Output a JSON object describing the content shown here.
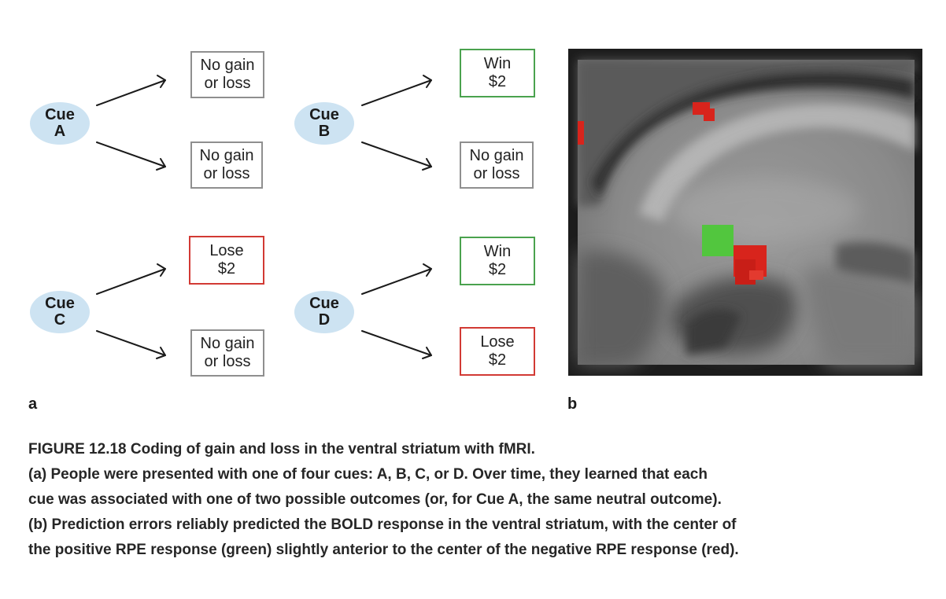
{
  "panel_a": {
    "label": "a",
    "cues": [
      {
        "id": "A",
        "line1": "Cue",
        "line2": "A"
      },
      {
        "id": "B",
        "line1": "Cue",
        "line2": "B"
      },
      {
        "id": "C",
        "line1": "Cue",
        "line2": "C"
      },
      {
        "id": "D",
        "line1": "Cue",
        "line2": "D"
      }
    ],
    "outcomes": [
      {
        "cue": "A",
        "line1": "No gain",
        "line2": "or loss",
        "kind": "neutral"
      },
      {
        "cue": "A",
        "line1": "No gain",
        "line2": "or loss",
        "kind": "neutral"
      },
      {
        "cue": "B",
        "line1": "Win",
        "line2": "$2",
        "kind": "win"
      },
      {
        "cue": "B",
        "line1": "No gain",
        "line2": "or loss",
        "kind": "neutral"
      },
      {
        "cue": "C",
        "line1": "Lose",
        "line2": "$2",
        "kind": "lose"
      },
      {
        "cue": "C",
        "line1": "No gain",
        "line2": "or loss",
        "kind": "neutral"
      },
      {
        "cue": "D",
        "line1": "Win",
        "line2": "$2",
        "kind": "win"
      },
      {
        "cue": "D",
        "line1": "Lose",
        "line2": "$2",
        "kind": "lose"
      }
    ],
    "colors": {
      "cue_fill": "#cde3f2",
      "win_border": "#4aa24e",
      "lose_border": "#d23a34",
      "neutral_border": "#8f8f8f"
    }
  },
  "panel_b": {
    "label": "b",
    "colors": {
      "positive_rpe": "#4fcc3f",
      "negative_rpe": "#e0211b",
      "frame": "#1c1c1c"
    }
  },
  "caption": {
    "title_line": "FIGURE 12.18 Coding of gain and loss in the ventral striatum with fMRI.",
    "line2": "(a) People were presented with one of four cues: A, B, C, or D. Over time, they learned that each",
    "line3": "cue was associated with one of two possible outcomes (or, for Cue A, the same neutral outcome).",
    "line4": "(b) Prediction errors reliably predicted the BOLD response in the ventral striatum, with the center of",
    "line5": "the positive RPE response (green) slightly anterior to the center of the negative RPE response (red)."
  }
}
